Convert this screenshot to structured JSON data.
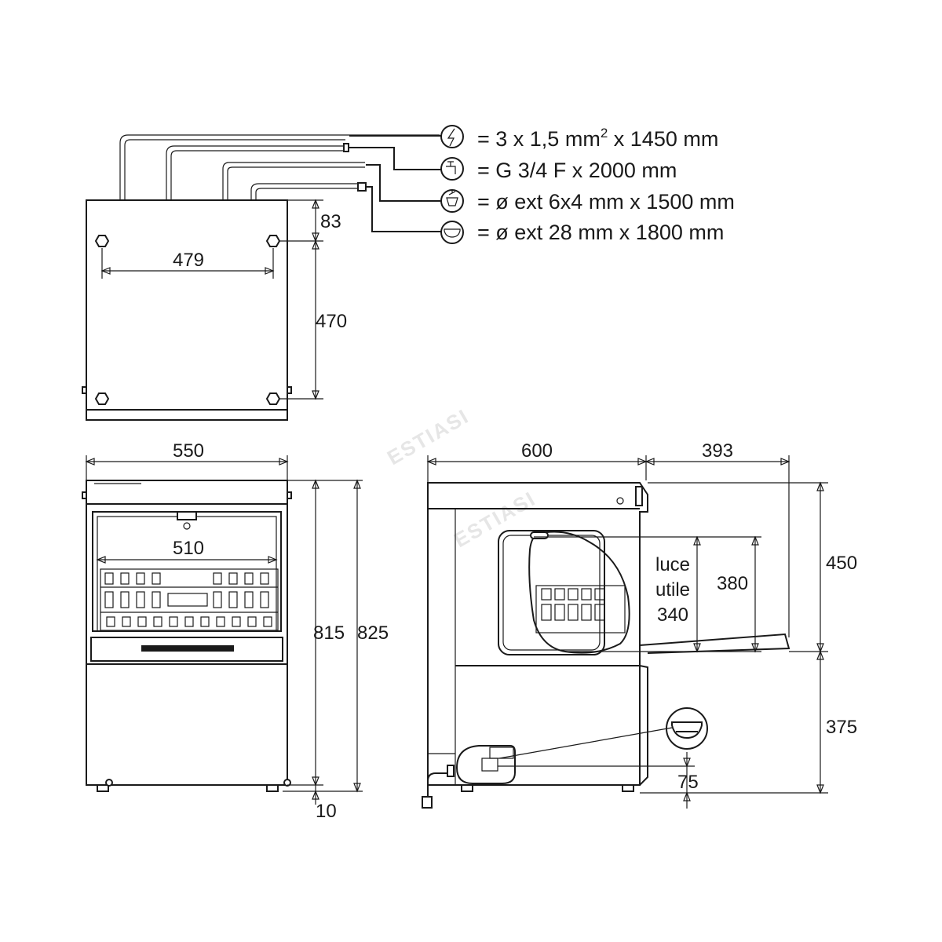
{
  "legend": [
    {
      "icon": "lightning-icon",
      "prefix": "= 3 x 1,5 mm",
      "sup": "2",
      "suffix": " x 1450 mm"
    },
    {
      "icon": "water-tap-icon",
      "prefix": "= G 3/4 F x 2000 mm",
      "sup": "",
      "suffix": ""
    },
    {
      "icon": "detergent-icon",
      "prefix": "= ø ext 6x4 mm x 1500 mm",
      "sup": "",
      "suffix": ""
    },
    {
      "icon": "drain-icon",
      "prefix": "= ø ext 28 mm x 1800 mm",
      "sup": "",
      "suffix": ""
    }
  ],
  "dimensions": {
    "top_83": "83",
    "top_479": "479",
    "top_470": "470",
    "front_550": "550",
    "front_510": "510",
    "front_815": "815",
    "front_825": "825",
    "front_10": "10",
    "side_600": "600",
    "side_393": "393",
    "side_450": "450",
    "side_380": "380",
    "side_375": "375",
    "side_75": "75",
    "luce_1": "luce",
    "luce_2": "utile",
    "luce_3": "340"
  },
  "watermark": [
    "ESTIASI",
    "ESTIASI"
  ],
  "colors": {
    "line": "#1a1a1a",
    "watermark": "#e6e6e6"
  }
}
